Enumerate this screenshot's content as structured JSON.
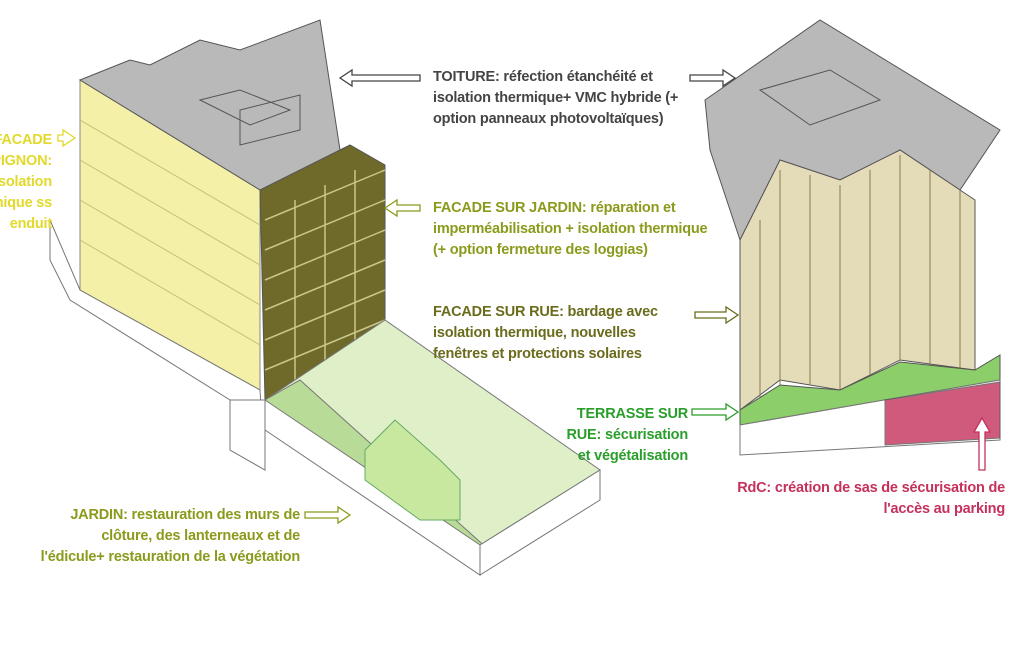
{
  "labels": {
    "toiture": "TOITURE: réfection étanchéité et isolation thermique+ VMC hybride (+ option panneaux photovoltaïques)",
    "facade_jardin": "FACADE SUR JARDIN: réparation et imperméabilisation + isolation thermique (+ option fermeture des loggias)",
    "facade_rue": "FACADE SUR RUE:  bardage avec isolation thermique, nouvelles fenêtres et protections solaires",
    "facade_pignon": "FACADE PIGNON: isolation thermique ss enduit",
    "terrasse": "TERRASSE SUR RUE: sécurisation et végétalisation",
    "jardin": "JARDIN:  restauration des murs de clôture, des lanterneaux et de l'édicule+ restauration de la végétation",
    "rdc": "RdC:  création de sas de sécurisation de l'accès au parking"
  },
  "colors": {
    "grey": "#444444",
    "yellow": "#e2d92a",
    "olive": "#8c9a1c",
    "dark_olive": "#6a6c1c",
    "green": "#2a9e2a",
    "pink": "#c5315c",
    "roof": "#b9b9b9",
    "pignon": "#f5f0a8",
    "garden": "#dff0c8"
  }
}
